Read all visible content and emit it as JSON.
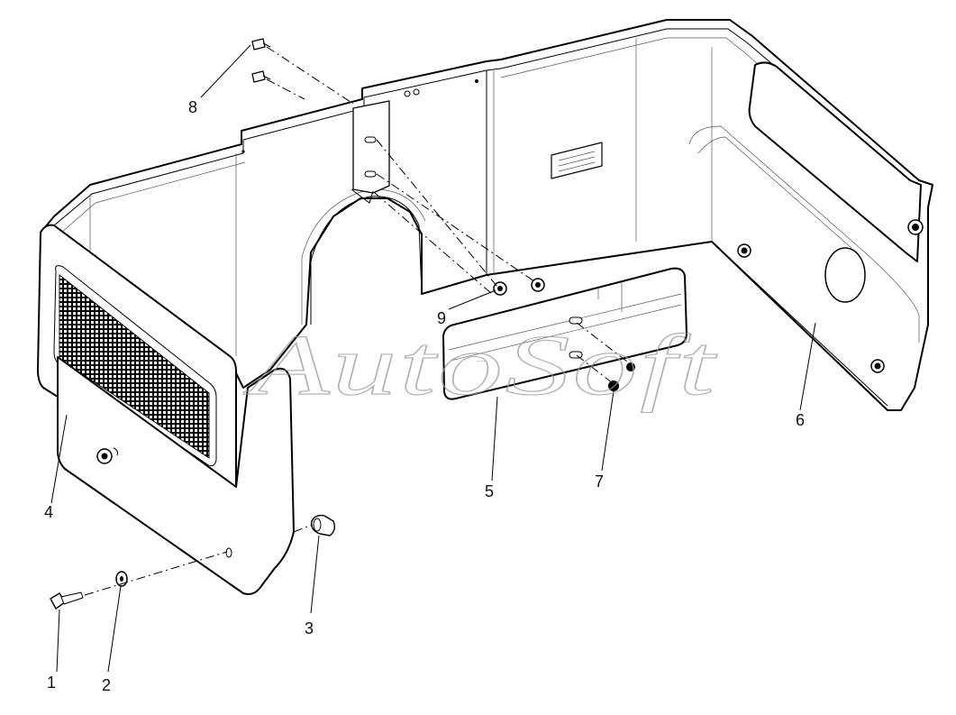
{
  "callouts": [
    {
      "id": "1",
      "text": "1"
    },
    {
      "id": "2",
      "text": "2"
    },
    {
      "id": "3",
      "text": "3"
    },
    {
      "id": "4",
      "text": "4"
    },
    {
      "id": "5",
      "text": "5"
    },
    {
      "id": "6",
      "text": "6"
    },
    {
      "id": "7",
      "text": "7"
    },
    {
      "id": "8",
      "text": "8"
    },
    {
      "id": "9",
      "text": "9"
    }
  ],
  "watermark": "AutoSoft"
}
